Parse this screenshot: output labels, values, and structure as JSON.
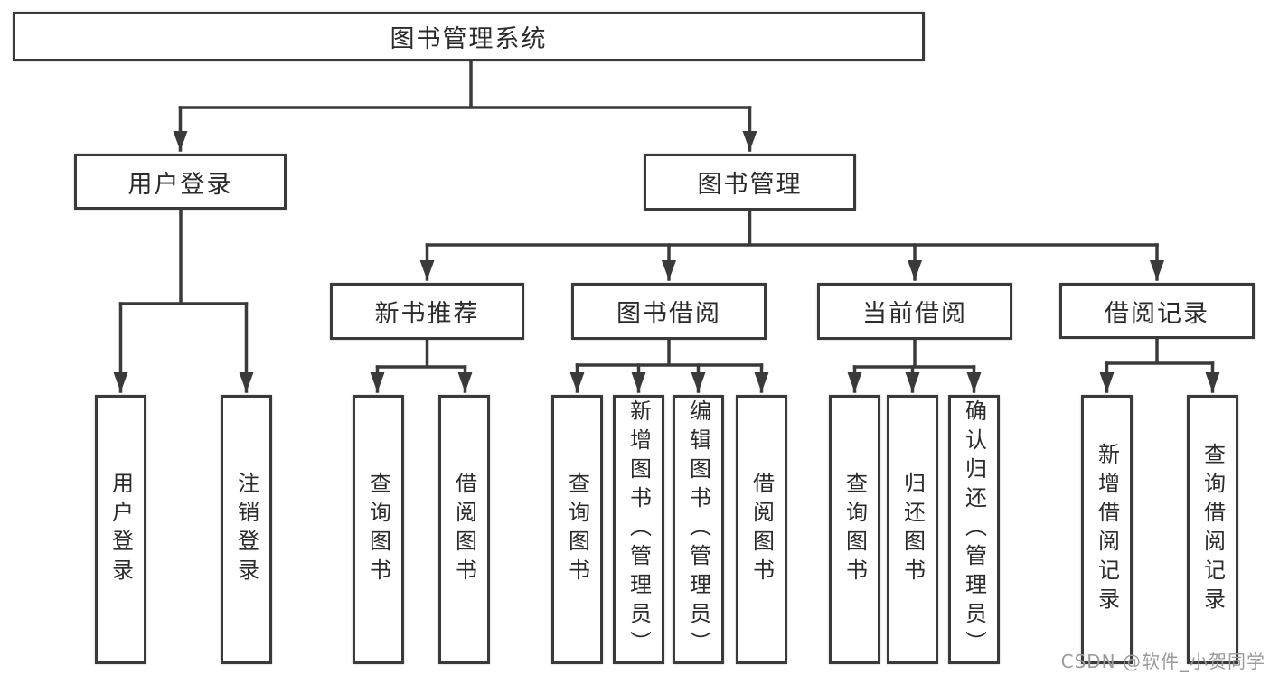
{
  "diagram": {
    "root": "图书管理系统",
    "login": {
      "label": "用户登录",
      "children": [
        "用户登录",
        "注销登录"
      ]
    },
    "mgmt": {
      "label": "图书管理",
      "sections": [
        {
          "label": "新书推荐",
          "children": [
            "查询图书",
            "借阅图书"
          ]
        },
        {
          "label": "图书借阅",
          "children": [
            "查询图书",
            "新增图书（管理员）",
            "编辑图书（管理员）",
            "借阅图书"
          ]
        },
        {
          "label": "当前借阅",
          "children": [
            "查询图书",
            "归还图书",
            "确认归还（管理员）"
          ]
        },
        {
          "label": "借阅记录",
          "children": [
            "新增借阅记录",
            "查询借阅记录"
          ]
        }
      ]
    }
  },
  "watermark": "CSDN @软件_小贺同学",
  "colors": {
    "line": "#3a3a3a",
    "box_border": "#3a3a3a",
    "text": "#2b2b2b",
    "watermark": "#9b9b9b",
    "background": "#ffffff"
  }
}
